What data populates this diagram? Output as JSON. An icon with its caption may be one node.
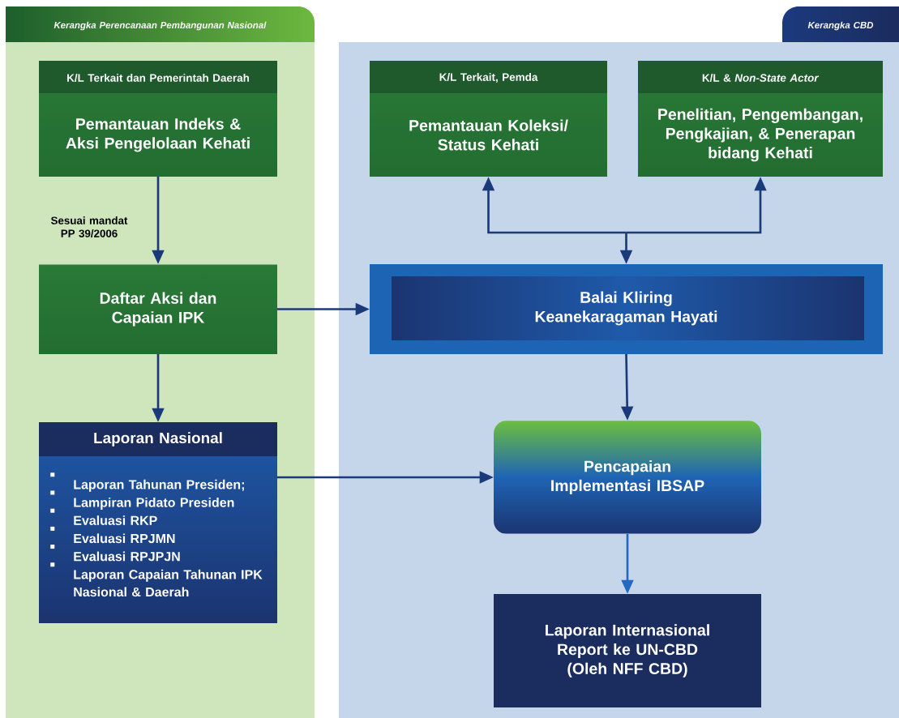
{
  "diagram": {
    "nodes": [
      {
        "text": [
          "*Kerangka Perencanaan Pembangunan Nasional*"
        ]
      },
      {
        "text": [
          "*Kerangka CBD*"
        ]
      },
      {
        "text": [
          "K/L Terkait dan Pemerintah Daerah",
          "Pemantauan Indeks & Aksi Pengelolaan Kehati"
        ],
        "in": 0
      },
      {
        "text": [
          "K/L Terkait, Pemda",
          "Pemantauan Koleksi/ Status Kehati"
        ],
        "in": 1
      },
      {
        "text": [
          "K/L & *Non-State Actor*",
          "Penelitian, Pengembangan, Pengkajian, & Penerapan bidang Kehati"
        ],
        "in": 1
      },
      {
        "text": [
          "Daftar Aksi dan Capaian IPK"
        ],
        "in": 0
      },
      {
        "text": [
          "Balai Kliring Keanekaragaman Hayati"
        ],
        "in": 1
      },
      {
        "text": [
          "Laporan Nasional",
          "Laporan Tahunan Presiden;",
          "Lampiran Pidato Presiden",
          "Evaluasi RKP",
          "Evaluasi RPJMN",
          "Evaluasi RPJPJN",
          "Laporan Capaian Tahunan IPK Nasional & Daerah"
        ],
        "in": 0
      },
      {
        "text": [
          "Pencapaian Implementasi IBSAP"
        ],
        "in": 1
      },
      {
        "text": [
          "Laporan Internasional Report ke UN-CBD (Oleh NFF CBD)"
        ],
        "in": 1
      }
    ],
    "edges": [
      {
        "from": 2,
        "to": 5,
        "arrow": "to",
        "label": "Sesuai mandat PP 39/2006"
      },
      {
        "from": 5,
        "to": 6,
        "arrow": "to"
      },
      {
        "from": 5,
        "to": 7,
        "arrow": "to"
      },
      {
        "from": 6,
        "to": 3,
        "arrow": "both"
      },
      {
        "from": 6,
        "to": 4,
        "arrow": "both"
      },
      {
        "from": 7,
        "to": 8,
        "arrow": "to"
      },
      {
        "from": 6,
        "to": 8,
        "arrow": "to"
      },
      {
        "from": 8,
        "to": 9,
        "arrow": "to",
        "color": "#2468c0"
      }
    ]
  }
}
